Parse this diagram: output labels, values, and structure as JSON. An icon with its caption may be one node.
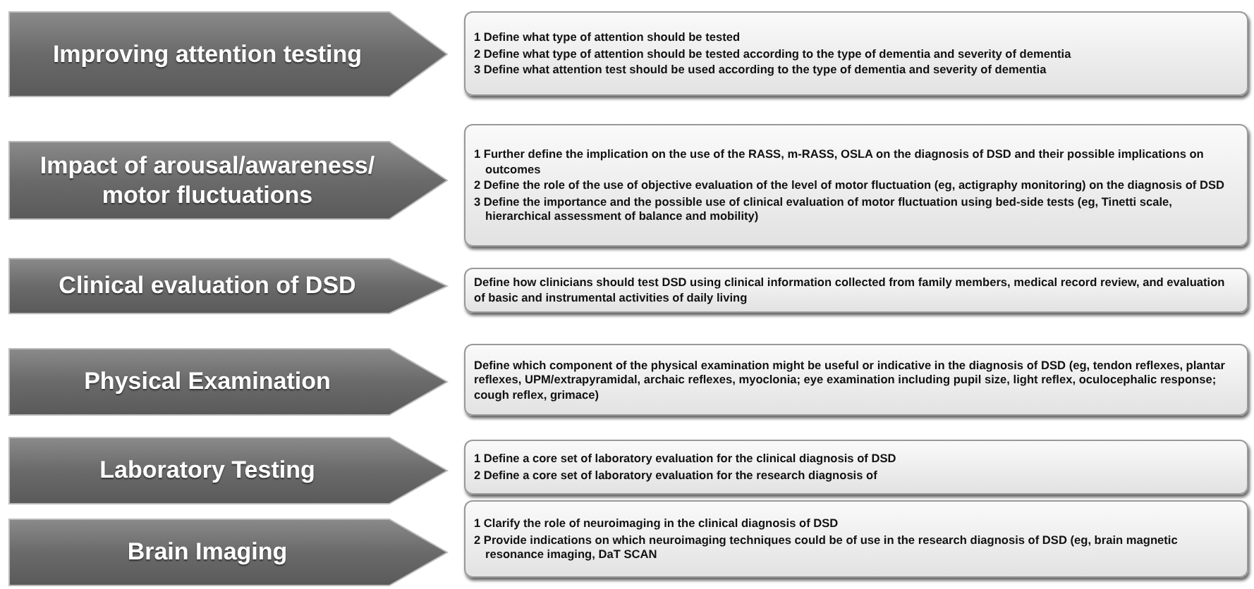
{
  "diagram": {
    "nodes": [
      {
        "text": [
          "Improving attention testing"
        ]
      },
      {
        "text": [
          "1 Define what type of attention should be tested",
          "2 Define what type of attention should be tested according to the type of dementia and severity of dementia",
          "3 Define what attention test should be used according to the type of dementia and severity of dementia"
        ]
      },
      {
        "text": [
          "Impact of arousal/awareness/ motor fluctuations"
        ]
      },
      {
        "text": [
          "1 Further define the implication on the use of the RASS, m-RASS, OSLA on the diagnosis of DSD and their possible implications on outcomes",
          "2 Define the role of the use of objective evaluation of the level of motor fluctuation (eg, actigraphy monitoring) on the diagnosis of DSD",
          "3 Define the importance and the possible use of clinical evaluation of motor fluctuation using bed-side tests (eg, Tinetti scale, hierarchical assessment of balance and mobility)"
        ]
      },
      {
        "text": [
          "Clinical evaluation of DSD"
        ]
      },
      {
        "text": [
          "Define how clinicians should test DSD using clinical information collected from family members, medical record review, and evaluation of basic and instrumental activities of daily living"
        ]
      },
      {
        "text": [
          "Physical Examination"
        ]
      },
      {
        "text": [
          "Define which component of the physical examination might be useful or indicative in the diagnosis of DSD (eg, tendon reflexes, plantar reflexes, UPM/extrapyramidal, archaic reflexes, myoclonia; eye examination including pupil size, light reflex, oculocephalic response; cough reflex, grimace)"
        ]
      },
      {
        "text": [
          "Laboratory Testing"
        ]
      },
      {
        "text": [
          "1 Define a core set of laboratory evaluation for the clinical diagnosis of DSD",
          "2 Define a core set of laboratory evaluation for the research diagnosis of"
        ]
      },
      {
        "text": [
          "Brain Imaging"
        ]
      },
      {
        "text": [
          "1 Clarify the role of neuroimaging in the clinical diagnosis of DSD",
          "2 Provide indications on which neuroimaging techniques could be of use in the research diagnosis of DSD (eg, brain magnetic resonance imaging, DaT SCAN"
        ]
      }
    ]
  }
}
